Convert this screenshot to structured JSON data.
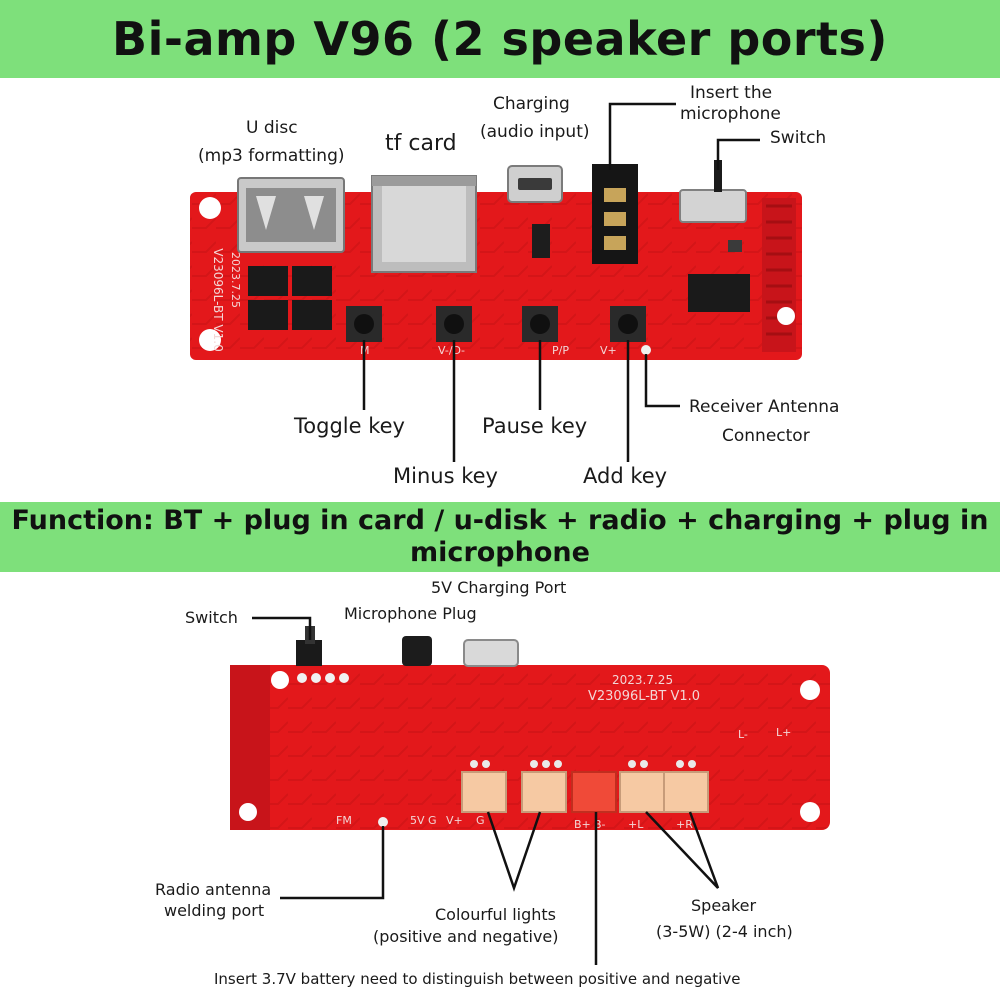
{
  "title": "Bi-amp V96 (2 speaker ports)",
  "function_banner": {
    "line1": "Function: BT + plug in card / u-disk + radio + charging + plug in",
    "line2": "microphone"
  },
  "top_board": {
    "silkscreen": {
      "model": "V23096L-BT V1.0",
      "date": "2023.7.25",
      "key_marks": [
        "M",
        "V-/D-",
        "P/P",
        "V+"
      ]
    },
    "labels": {
      "u_disc_1": "U disc",
      "u_disc_2": "(mp3 formatting)",
      "tf_card": "tf card",
      "charging_1": "Charging",
      "charging_2": "(audio input)",
      "mic_1": "Insert the",
      "mic_2": "microphone",
      "switch": "Switch",
      "toggle_key": "Toggle key",
      "minus_key": "Minus key",
      "pause_key": "Pause key",
      "add_key": "Add key",
      "antenna_1": "Receiver Antenna",
      "antenna_2": "Connector"
    }
  },
  "bottom_board": {
    "silkscreen": {
      "date": "2023.7.25",
      "model": "V23096L-BT V1.0",
      "pads": [
        "FM",
        "5V",
        "G",
        "V+",
        "G",
        "B+",
        "B-",
        "+L",
        "+R",
        "L-",
        "L+"
      ]
    },
    "labels": {
      "switch": "Switch",
      "mic_plug": "Microphone Plug",
      "charging_port": "5V Charging Port",
      "radio_1": "Radio antenna",
      "radio_2": "welding port",
      "lights_1": "Colourful lights",
      "lights_2": "(positive and negative)",
      "speaker_1": "Speaker",
      "speaker_2": "(3-5W) (2-4 inch)",
      "battery": "Insert 3.7V battery need to distinguish between positive and negative"
    }
  },
  "colors": {
    "banner": "#7ee07b",
    "pcb": "#e3181b",
    "pcb_dark": "#b80f12",
    "connector": "#f6c9a3",
    "battery_connector": "#f04a38"
  }
}
